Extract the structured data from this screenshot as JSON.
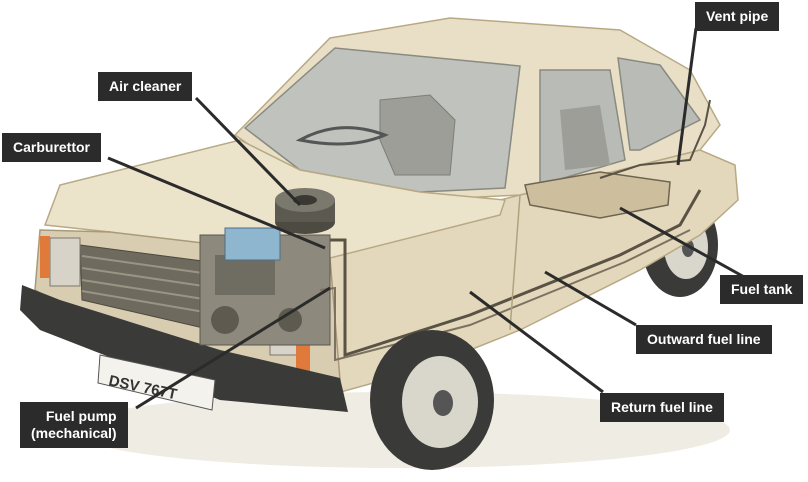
{
  "diagram": {
    "labels": {
      "vent_pipe": "Vent pipe",
      "air_cleaner": "Air cleaner",
      "carburettor": "Carburettor",
      "fuel_tank": "Fuel tank",
      "outward_fuel_line": "Outward fuel line",
      "return_fuel_line": "Return fuel line",
      "fuel_pump_line1": "Fuel pump",
      "fuel_pump_line2": "(mechanical)"
    },
    "plate_text": "DSV 767T",
    "colors": {
      "label_bg": "#2b2b2b",
      "label_text": "#ffffff",
      "leader_line": "#2b2b2b",
      "car_body": "#e6dcc2",
      "car_shadow": "#c9bb98",
      "fuel_line": "#5a5244",
      "indicator": "#e07a3a"
    }
  }
}
